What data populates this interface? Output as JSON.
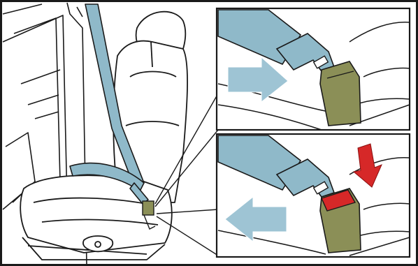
{
  "figure": {
    "subject": "seat-belt-fastening-illustration",
    "panels": [
      {
        "id": "top-inset",
        "step": "insert-tongue-into-buckle",
        "arrow": "push-right-arrow"
      },
      {
        "id": "bottom-inset",
        "step": "press-red-release-button",
        "arrows": [
          "push-down-arrow",
          "pull-left-arrow"
        ]
      }
    ]
  },
  "colors": {
    "belt": "#8fb9c9",
    "belt_stroke": "#1a1a1a",
    "buckle": "#8b8f57",
    "release_button": "#d62828",
    "push_arrow": "#9ec4d4",
    "frame": "#1a1a1a",
    "background": "#ffffff"
  },
  "icons": [
    "seat-belt-webbing",
    "latch-plate",
    "buckle",
    "release-button",
    "push-arrow",
    "press-arrow",
    "pull-arrow"
  ]
}
